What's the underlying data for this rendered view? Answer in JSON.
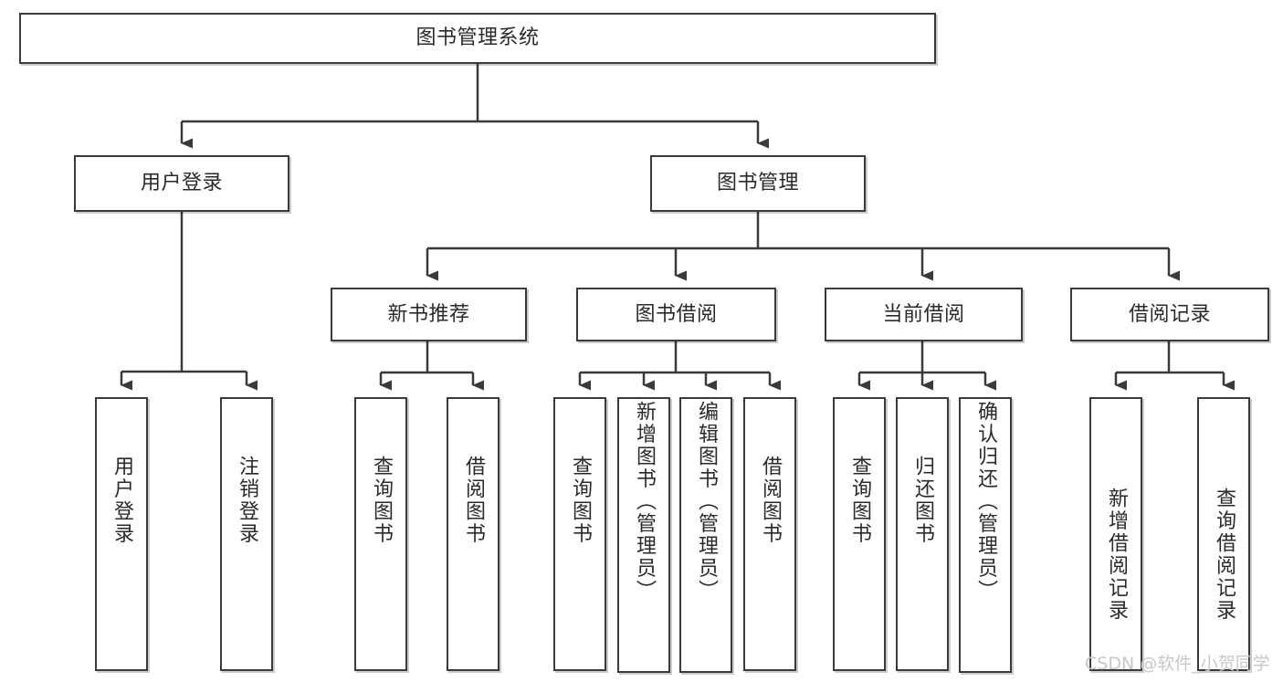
{
  "diagram": {
    "type": "tree-hierarchy",
    "title": "图书管理系统",
    "orientation": "top-down",
    "line_color": "#3a3a3a",
    "box_fill": "#ffffff",
    "text_color": "#2a2a2a",
    "levels": 4,
    "root": {
      "label": "图书管理系统",
      "children": [
        {
          "label": "用户登录",
          "children": [
            {
              "label": "用户登录"
            },
            {
              "label": "注销登录"
            }
          ]
        },
        {
          "label": "图书管理",
          "children": [
            {
              "label": "新书推荐",
              "children": [
                {
                  "label": "查询图书"
                },
                {
                  "label": "借阅图书"
                }
              ]
            },
            {
              "label": "图书借阅",
              "children": [
                {
                  "label": "查询图书"
                },
                {
                  "label": "新增图书（管理员）"
                },
                {
                  "label": "编辑图书（管理员）"
                },
                {
                  "label": "借阅图书"
                }
              ]
            },
            {
              "label": "当前借阅",
              "children": [
                {
                  "label": "查询图书"
                },
                {
                  "label": "归还图书"
                },
                {
                  "label": "确认归还（管理员）"
                }
              ]
            },
            {
              "label": "借阅记录",
              "children": [
                {
                  "label": "新增借阅记录"
                },
                {
                  "label": "查询借阅记录"
                }
              ]
            }
          ]
        }
      ]
    }
  },
  "nodes": {
    "root": "图书管理系统",
    "user_login": "用户登录",
    "book_mgmt": "图书管理",
    "new_book_rec": "新书推荐",
    "book_borrow": "图书借阅",
    "current_borrow": "当前借阅",
    "borrow_record": "借阅记录",
    "leaf_user_login": "用户登录",
    "leaf_logout": "注销登录",
    "leaf_query_book_1": "查询图书",
    "leaf_borrow_book_1": "借阅图书",
    "leaf_query_book_2": "查询图书",
    "leaf_add_book_admin": "新增图书（管理员）",
    "leaf_edit_book_admin": "编辑图书（管理员）",
    "leaf_borrow_book_2": "借阅图书",
    "leaf_query_book_3": "查询图书",
    "leaf_return_book": "归还图书",
    "leaf_confirm_return_admin": "确认归还（管理员）",
    "leaf_add_record": "新增借阅记录",
    "leaf_query_record": "查询借阅记录"
  },
  "watermark": {
    "text": "CSDN @软件_小贺同学"
  }
}
